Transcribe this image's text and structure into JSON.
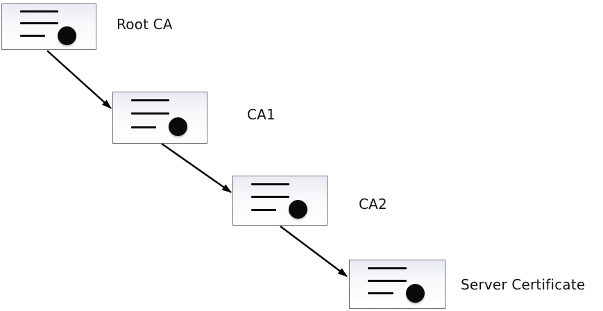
{
  "diagram": {
    "type": "certificate-chain",
    "background": "#ffffff",
    "nodes": [
      {
        "id": "root-ca",
        "label": "Root CA",
        "icon": "certificate-icon"
      },
      {
        "id": "ca1",
        "label": "CA1",
        "icon": "certificate-icon"
      },
      {
        "id": "ca2",
        "label": "CA2",
        "icon": "certificate-icon"
      },
      {
        "id": "server-certificate",
        "label": "Server Certificate",
        "icon": "certificate-icon"
      }
    ],
    "edges": [
      {
        "from": "Root CA",
        "to": "CA1",
        "style": "solid-arrow"
      },
      {
        "from": "CA1",
        "to": "CA2",
        "style": "solid-arrow"
      },
      {
        "from": "CA2",
        "to": "Server Certificate",
        "style": "solid-arrow"
      }
    ],
    "colors": {
      "arrow": "#000000",
      "box_border": "#6f6f6f",
      "box_fill_top": "#e8ebf1",
      "box_fill_bottom": "#ffffff",
      "icon_ink": "#0a0a0a",
      "label_text": "#111111"
    }
  }
}
